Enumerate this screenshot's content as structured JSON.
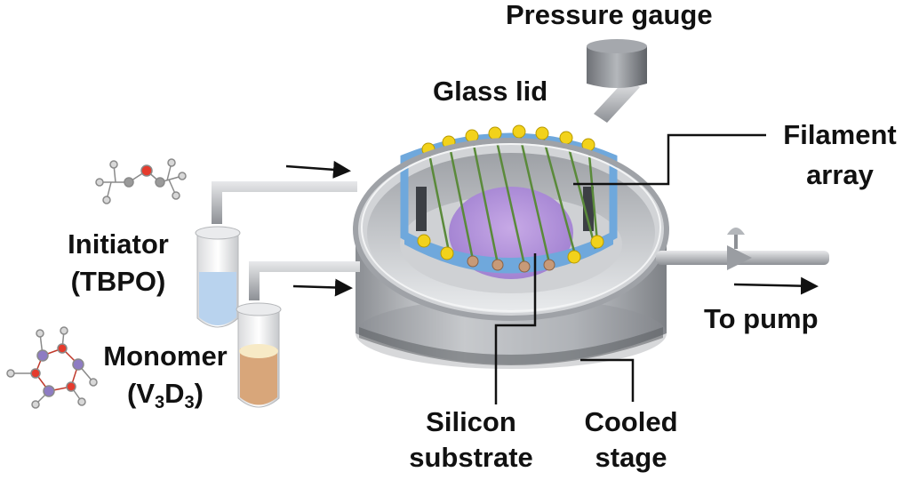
{
  "labels": {
    "pressure_gauge": "Pressure gauge",
    "glass_lid": "Glass lid",
    "filament_line1": "Filament",
    "filament_line2": "array",
    "initiator_line1": "Initiator",
    "initiator_line2": "(TBPO)",
    "monomer_line1": "Monomer",
    "monomer_V": "(V",
    "monomer_sub1": "3",
    "monomer_D": "D",
    "monomer_sub2": "3",
    "monomer_close": ")",
    "to_pump": "To pump",
    "silicon_line1": "Silicon",
    "silicon_line2": "substrate",
    "cooled_line1": "Cooled",
    "cooled_line2": "stage"
  },
  "colors": {
    "frame": "#b9bcc1",
    "rack": "#6fa8dc",
    "substrate": "#b49ad8",
    "filament_cap": "#f2d21b",
    "filament_wire": "#5a8a3a",
    "initiator_liquid": "#b9d3ee",
    "monomer_liquid": "#d8a67a"
  }
}
